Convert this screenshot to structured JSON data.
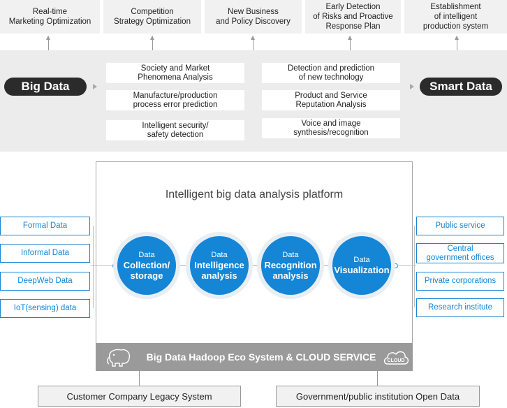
{
  "top_goals": [
    "Real-time\nMarketing Optimization",
    "Competition\nStrategy Optimization",
    "New Business\nand Policy Discovery",
    "Early Detection\nof Risks and  Proactive\nResponse Plan",
    "Establishment\nof intelligent\nproduction system"
  ],
  "band": {
    "left_pill": "Big Data",
    "right_pill": "Smart Data",
    "left_items": [
      "Society and Market\nPhenomena Analysis",
      "Manufacture/production\nprocess error prediction",
      "Intelligent security/\nsafety detection"
    ],
    "right_items": [
      "Detection and prediction\nof new technology",
      "Product and Service\nReputation Analysis",
      "Voice and image\nsynthesis/recognition"
    ]
  },
  "platform": {
    "title": "Intelligent big data analysis platform",
    "steps": [
      {
        "small": "Data",
        "big": "Collection/\nstorage"
      },
      {
        "small": "Data",
        "big": "Intelligence\nanalysis"
      },
      {
        "small": "Data",
        "big": "Recognition\nanalysis"
      },
      {
        "small": "Data",
        "big": "Visualization"
      }
    ],
    "footer": "Big Data Hadoop Eco System  &  CLOUD SERVICE",
    "cloud_label": "CLOUD"
  },
  "inputs": [
    "Formal Data",
    "Informal Data",
    "DeepWeb Data",
    "IoT(sensing) data"
  ],
  "outputs": [
    "Public service",
    "Central\ngovernment offices",
    "Private corporations",
    "Research institute"
  ],
  "bottom": [
    "Customer Company Legacy System",
    "Government/public institution Open Data"
  ],
  "colors": {
    "accent": "#1585d6",
    "dark": "#2b2b2b",
    "band": "#ececec",
    "hadoop": "#9a9a9a"
  }
}
